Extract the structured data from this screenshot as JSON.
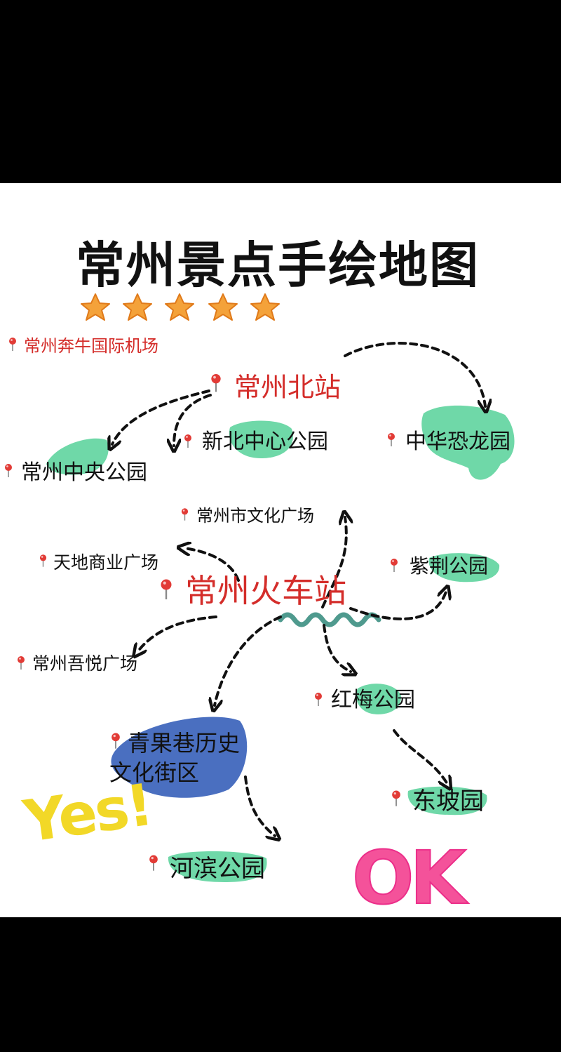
{
  "title": "常州景点手绘地图",
  "rating_stars": 5,
  "colors": {
    "title": "#111111",
    "station": "#d42d2a",
    "highlight_green": "#6fd8a8",
    "highlight_blue": "#4a6fc0",
    "star": "#f4a23a",
    "yes": "#f2d827",
    "ok": "#f4529a"
  },
  "places": {
    "airport": "常州奔牛国际机场",
    "north_station": "常州北站",
    "xinbei_park": "新北中心公园",
    "dinosaur_park": "中华恐龙园",
    "central_park": "常州中央公园",
    "culture_square": "常州市文化广场",
    "tiandi_plaza": "天地商业广场",
    "zijing_park": "紫荆公园",
    "train_station": "常州火车站",
    "wuyue_plaza": "常州吾悦广场",
    "hongmei_park": "红梅公园",
    "qingguo_lane_1": "青果巷历史",
    "qingguo_lane_2": "文化街区",
    "dongpo_garden": "东坡园",
    "hebin_park": "河滨公园"
  },
  "stickers": {
    "yes": "Yes!",
    "ok": "OK"
  }
}
